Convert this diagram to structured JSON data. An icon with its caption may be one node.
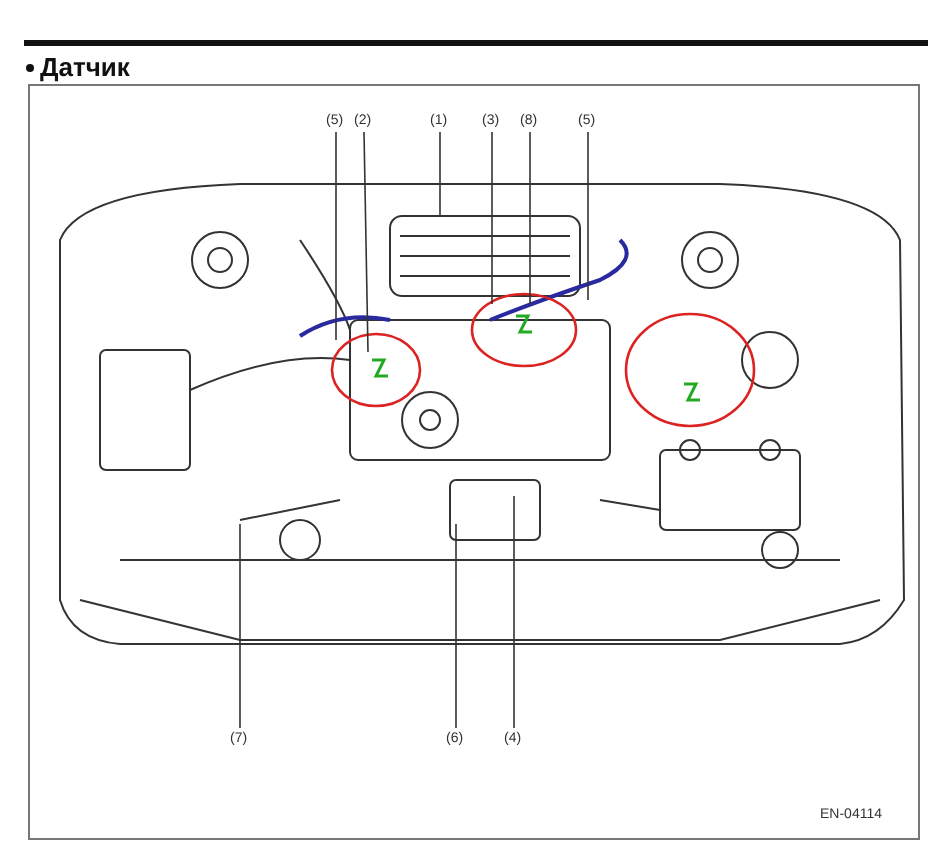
{
  "diagram": {
    "title": "Датчик",
    "nodes": [
      {
        "text": [
          "(5)"
        ]
      },
      {
        "text": [
          "(2)"
        ]
      },
      {
        "text": [
          "(1)"
        ]
      },
      {
        "text": [
          "(3)"
        ]
      },
      {
        "text": [
          "(8)"
        ]
      },
      {
        "text": [
          "(5)"
        ]
      },
      {
        "text": [
          "(7)"
        ]
      },
      {
        "text": [
          "(6)"
        ]
      },
      {
        "text": [
          "(4)"
        ]
      }
    ],
    "edges": [
      {
        "from": 0,
        "to": null,
        "arrow": "none"
      },
      {
        "from": 1,
        "to": null,
        "arrow": "none"
      },
      {
        "from": 2,
        "to": null,
        "arrow": "none"
      },
      {
        "from": 3,
        "to": null,
        "arrow": "none"
      },
      {
        "from": 4,
        "to": null,
        "arrow": "none"
      },
      {
        "from": 5,
        "to": null,
        "arrow": "none"
      },
      {
        "from": 6,
        "to": null,
        "arrow": "none"
      },
      {
        "from": 7,
        "to": null,
        "arrow": "none"
      },
      {
        "from": 8,
        "to": null,
        "arrow": "none"
      }
    ],
    "labels": [
      "EN-04114"
    ]
  }
}
